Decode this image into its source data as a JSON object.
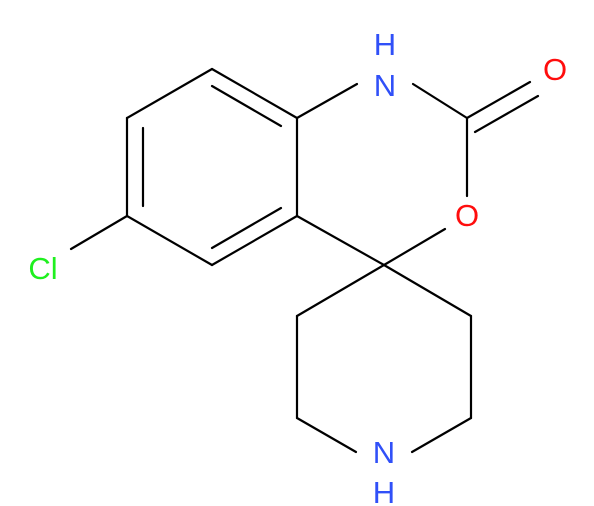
{
  "colors": {
    "background": "#ffffff",
    "bond": "#000000",
    "nitrogen": "#3050F8",
    "oxygen": "#FF0D0D",
    "chlorine": "#1FF01F"
  },
  "atoms": {
    "nh_top": "H",
    "n_top": "N",
    "o_carbonyl": "O",
    "o_ring": "O",
    "cl": "Cl",
    "n_bottom": "N",
    "h_bottom": "H"
  }
}
